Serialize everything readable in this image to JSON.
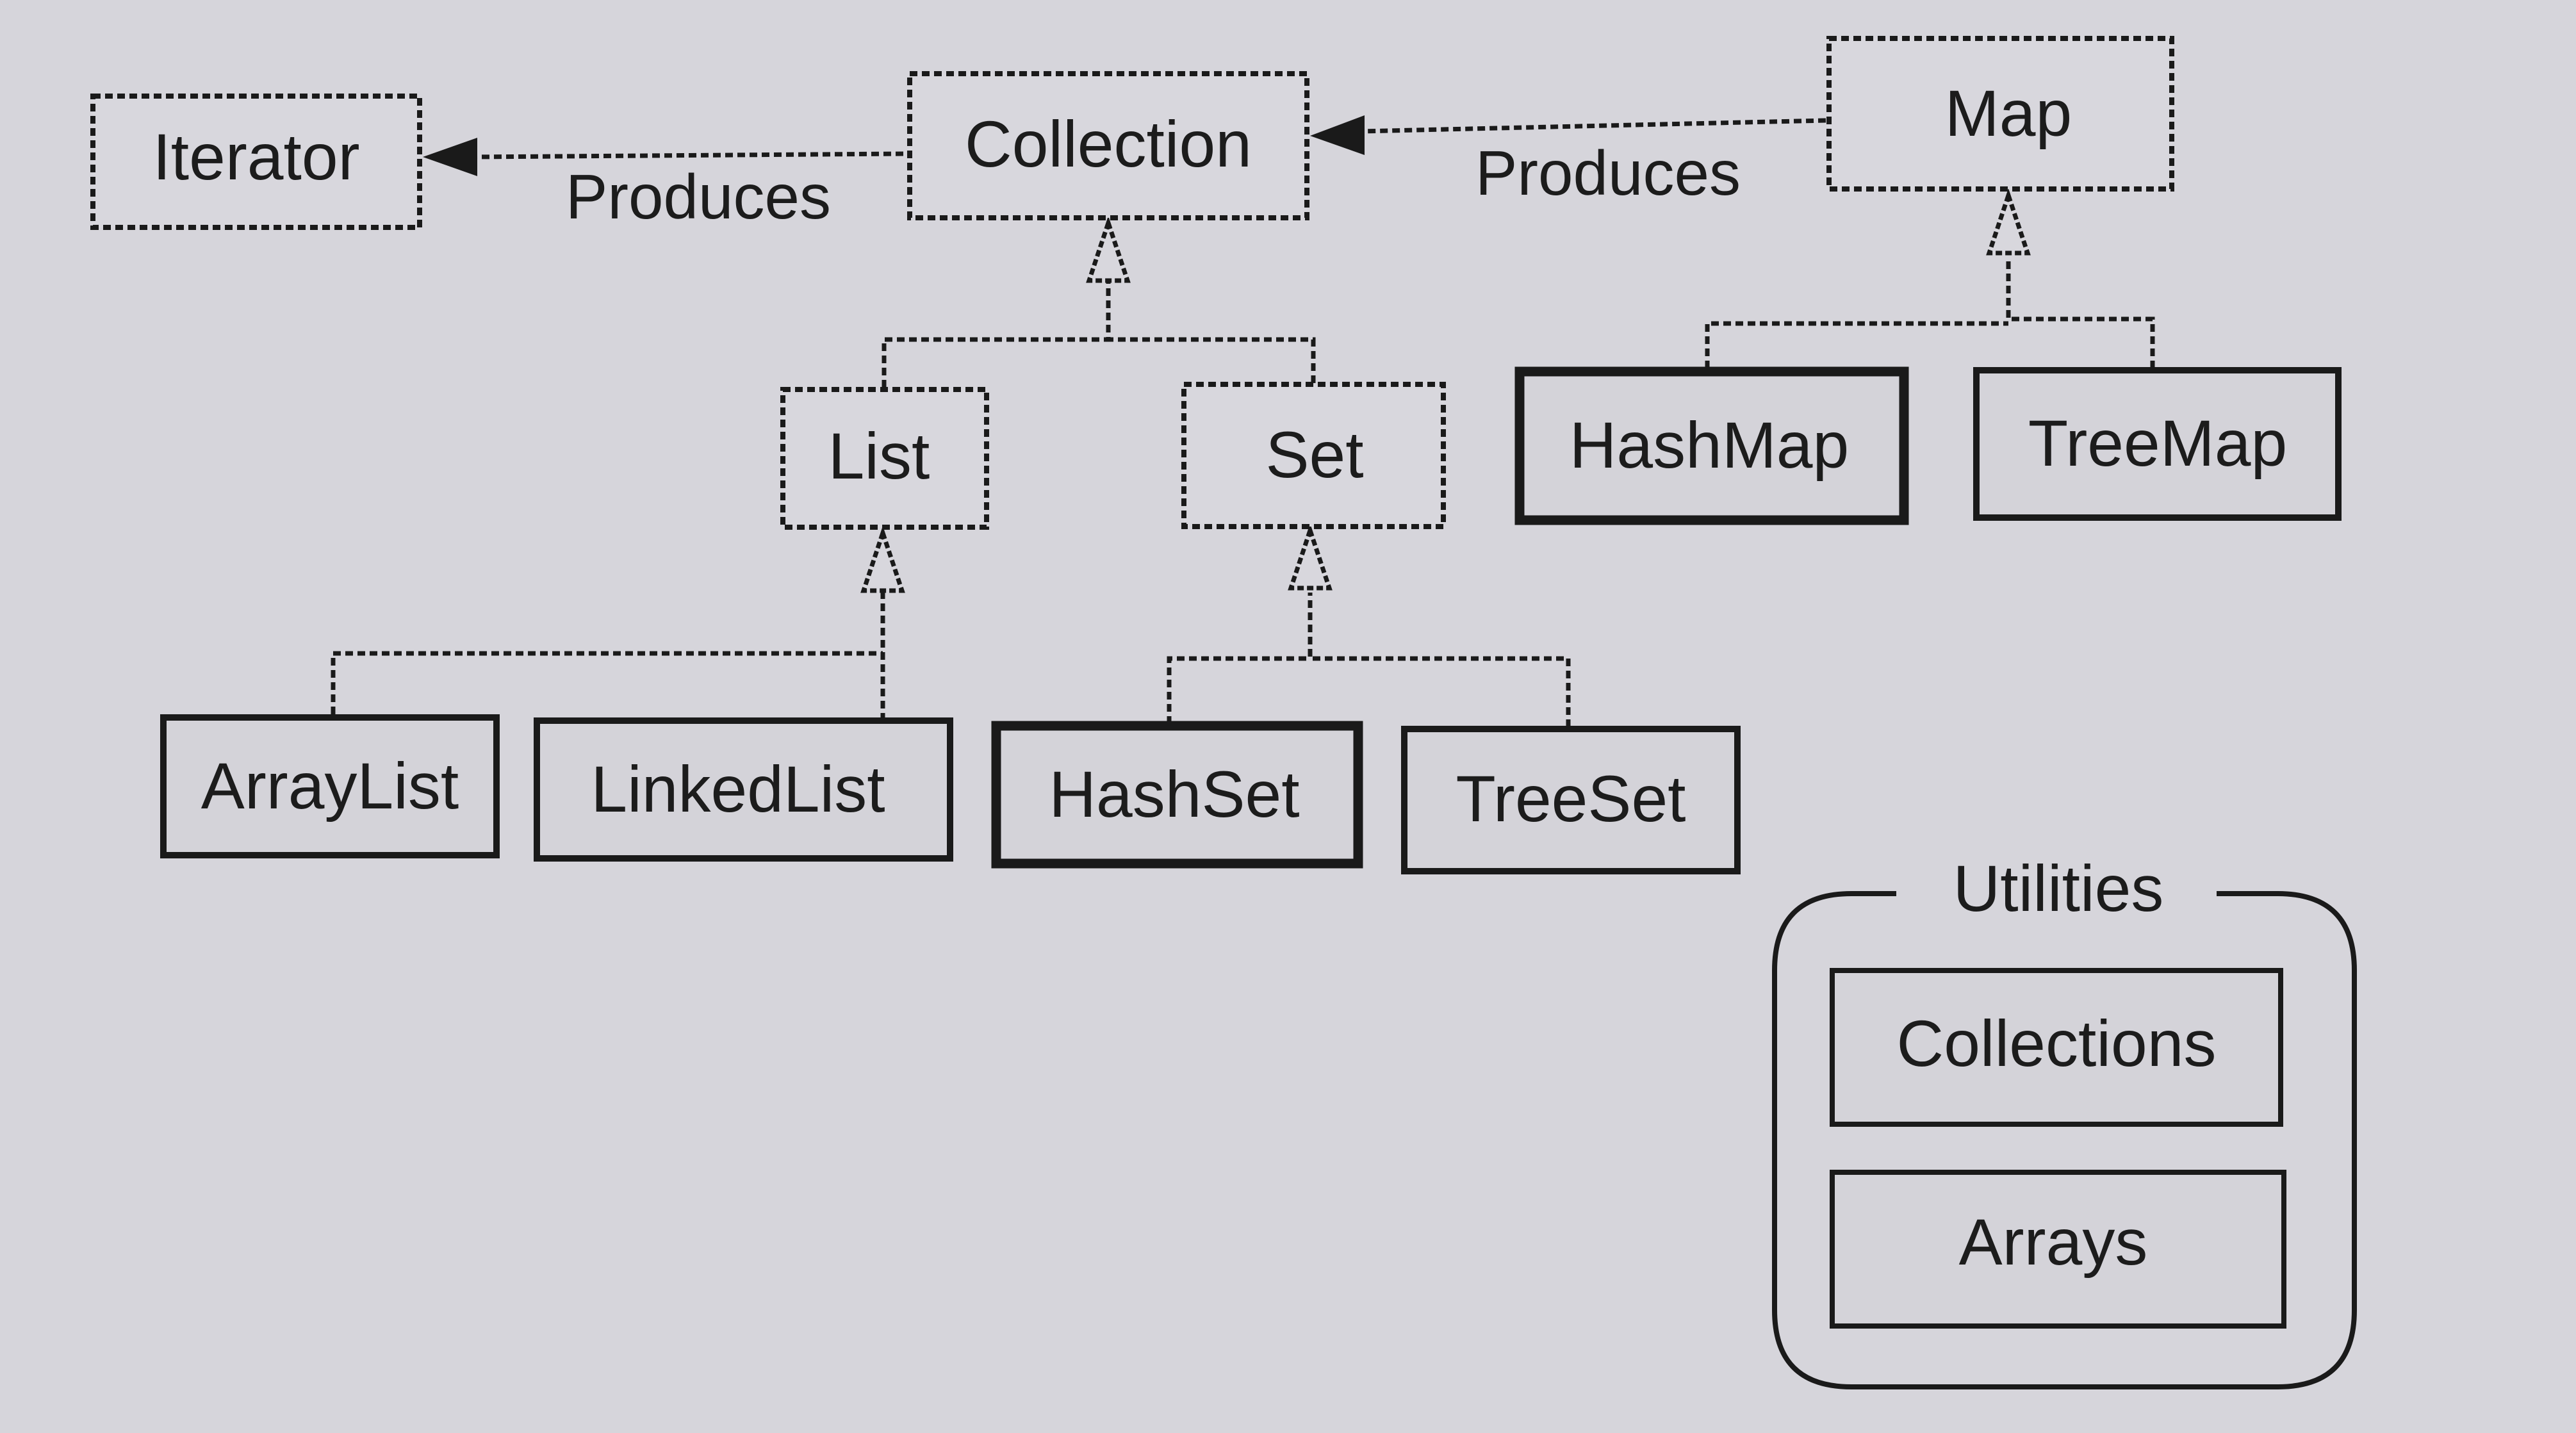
{
  "interfaces": {
    "iterator": "Iterator",
    "collection": "Collection",
    "map": "Map",
    "list": "List",
    "set": "Set"
  },
  "classes": {
    "hashmap": "HashMap",
    "treemap": "TreeMap",
    "arraylist": "ArrayList",
    "linkedlist": "LinkedList",
    "hashset": "HashSet",
    "treeset": "TreeSet"
  },
  "relations": {
    "collection_produces_iterator": "Produces",
    "map_produces_collection": "Produces"
  },
  "utilities": {
    "title": "Utilities",
    "items": [
      "Collections",
      "Arrays"
    ]
  }
}
